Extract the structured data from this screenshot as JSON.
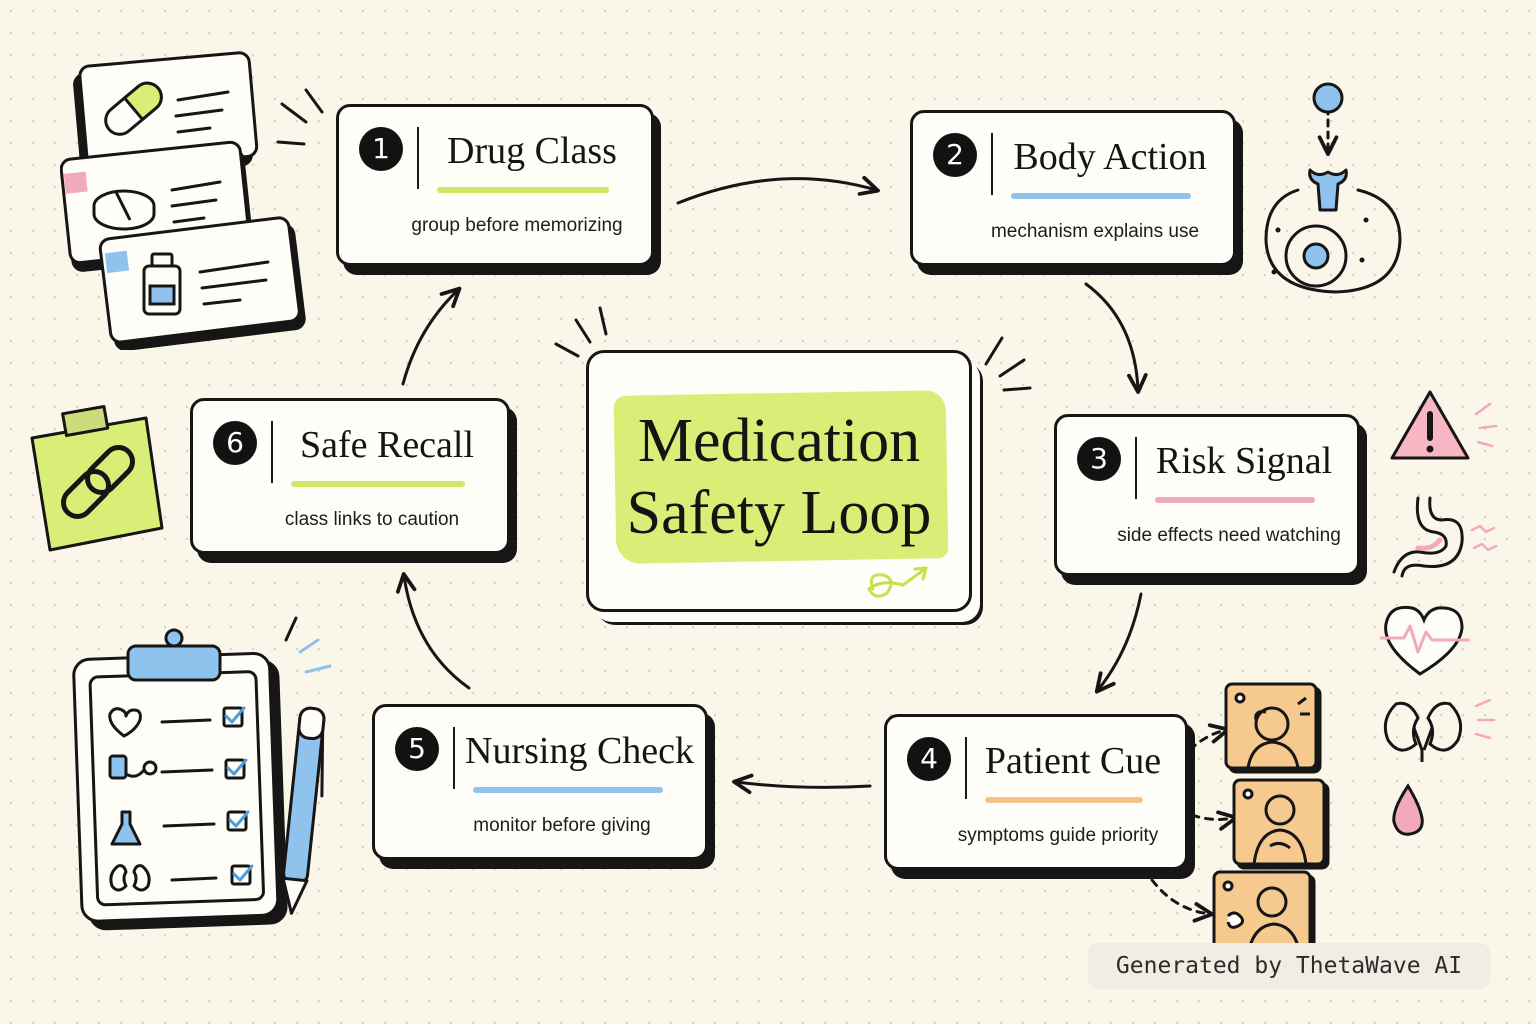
{
  "center": {
    "title_line1": "Medication",
    "title_line2": "Safety Loop",
    "highlight_color": "#d8ee77"
  },
  "steps": [
    {
      "number": "1",
      "title": "Drug Class",
      "subtitle": "group before memorizing",
      "accent": "#cfe865"
    },
    {
      "number": "2",
      "title": "Body Action",
      "subtitle": "mechanism explains use",
      "accent": "#8fc3ee"
    },
    {
      "number": "3",
      "title": "Risk Signal",
      "subtitle": "side effects need watching",
      "accent": "#f3a9bd"
    },
    {
      "number": "4",
      "title": "Patient Cue",
      "subtitle": "symptoms guide priority",
      "accent": "#f3c58c"
    },
    {
      "number": "5",
      "title": "Nursing Check",
      "subtitle": "monitor before giving",
      "accent": "#8fc3ee"
    },
    {
      "number": "6",
      "title": "Safe Recall",
      "subtitle": "class links to caution",
      "accent": "#cfe865"
    }
  ],
  "illustrations": {
    "drug_class": [
      "capsule-icon",
      "tablet-icon",
      "vial-icon"
    ],
    "body_action": "receptor-binding-icon",
    "risk_signal": [
      "warning-icon",
      "stomach-icon",
      "heart-rhythm-icon",
      "kidneys-icon",
      "blood-drop-icon"
    ],
    "patient_cue": [
      "headache-patient-icon",
      "chest-pain-patient-icon",
      "cough-patient-icon"
    ],
    "nursing_check": [
      "heart-icon",
      "blood-pressure-cuff-icon",
      "flask-icon",
      "kidneys-icon",
      "pen-icon"
    ],
    "safe_recall": "chain-link-icon"
  },
  "colors": {
    "lime": "#d8ee77",
    "blue": "#8fc3ee",
    "pink": "#f3a9bd",
    "orange": "#f6c98f",
    "ink": "#161616"
  },
  "watermark": "Generated by ThetaWave AI"
}
